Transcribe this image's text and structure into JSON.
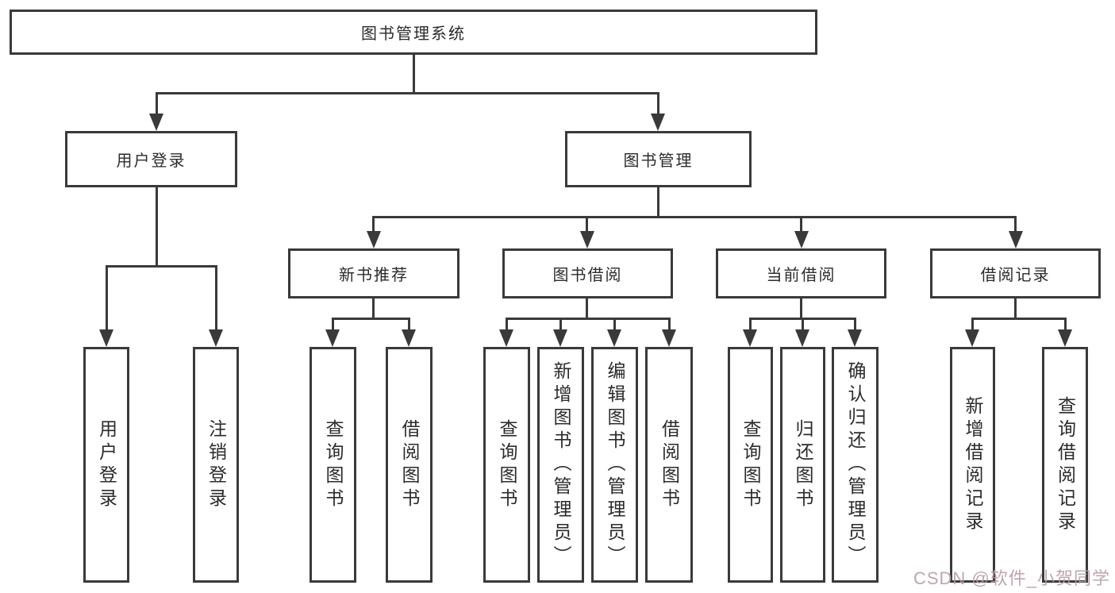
{
  "diagram": {
    "type": "hierarchy-tree",
    "line_color": "#3a3a3a",
    "box_background": "#ffffff",
    "text_color": "#2b2b2b",
    "root": {
      "label": "图书管理系统"
    },
    "children": [
      {
        "label": "用户登录",
        "children": [
          {
            "label": "用户登录"
          },
          {
            "label": "注销登录"
          }
        ]
      },
      {
        "label": "图书管理",
        "children": [
          {
            "label": "新书推荐",
            "children": [
              {
                "label": "查询图书"
              },
              {
                "label": "借阅图书"
              }
            ]
          },
          {
            "label": "图书借阅",
            "children": [
              {
                "label": "查询图书"
              },
              {
                "label": "新增图书（管理员）"
              },
              {
                "label": "编辑图书（管理员）"
              },
              {
                "label": "借阅图书"
              }
            ]
          },
          {
            "label": "当前借阅",
            "children": [
              {
                "label": "查询图书"
              },
              {
                "label": "归还图书"
              },
              {
                "label": "确认归还（管理员）"
              }
            ]
          },
          {
            "label": "借阅记录",
            "children": [
              {
                "label": "新增借阅记录"
              },
              {
                "label": "查询借阅记录"
              }
            ]
          }
        ]
      }
    ]
  },
  "watermark": {
    "text": "CSDN @软件_小贺同学",
    "color": "#b69ca3"
  }
}
